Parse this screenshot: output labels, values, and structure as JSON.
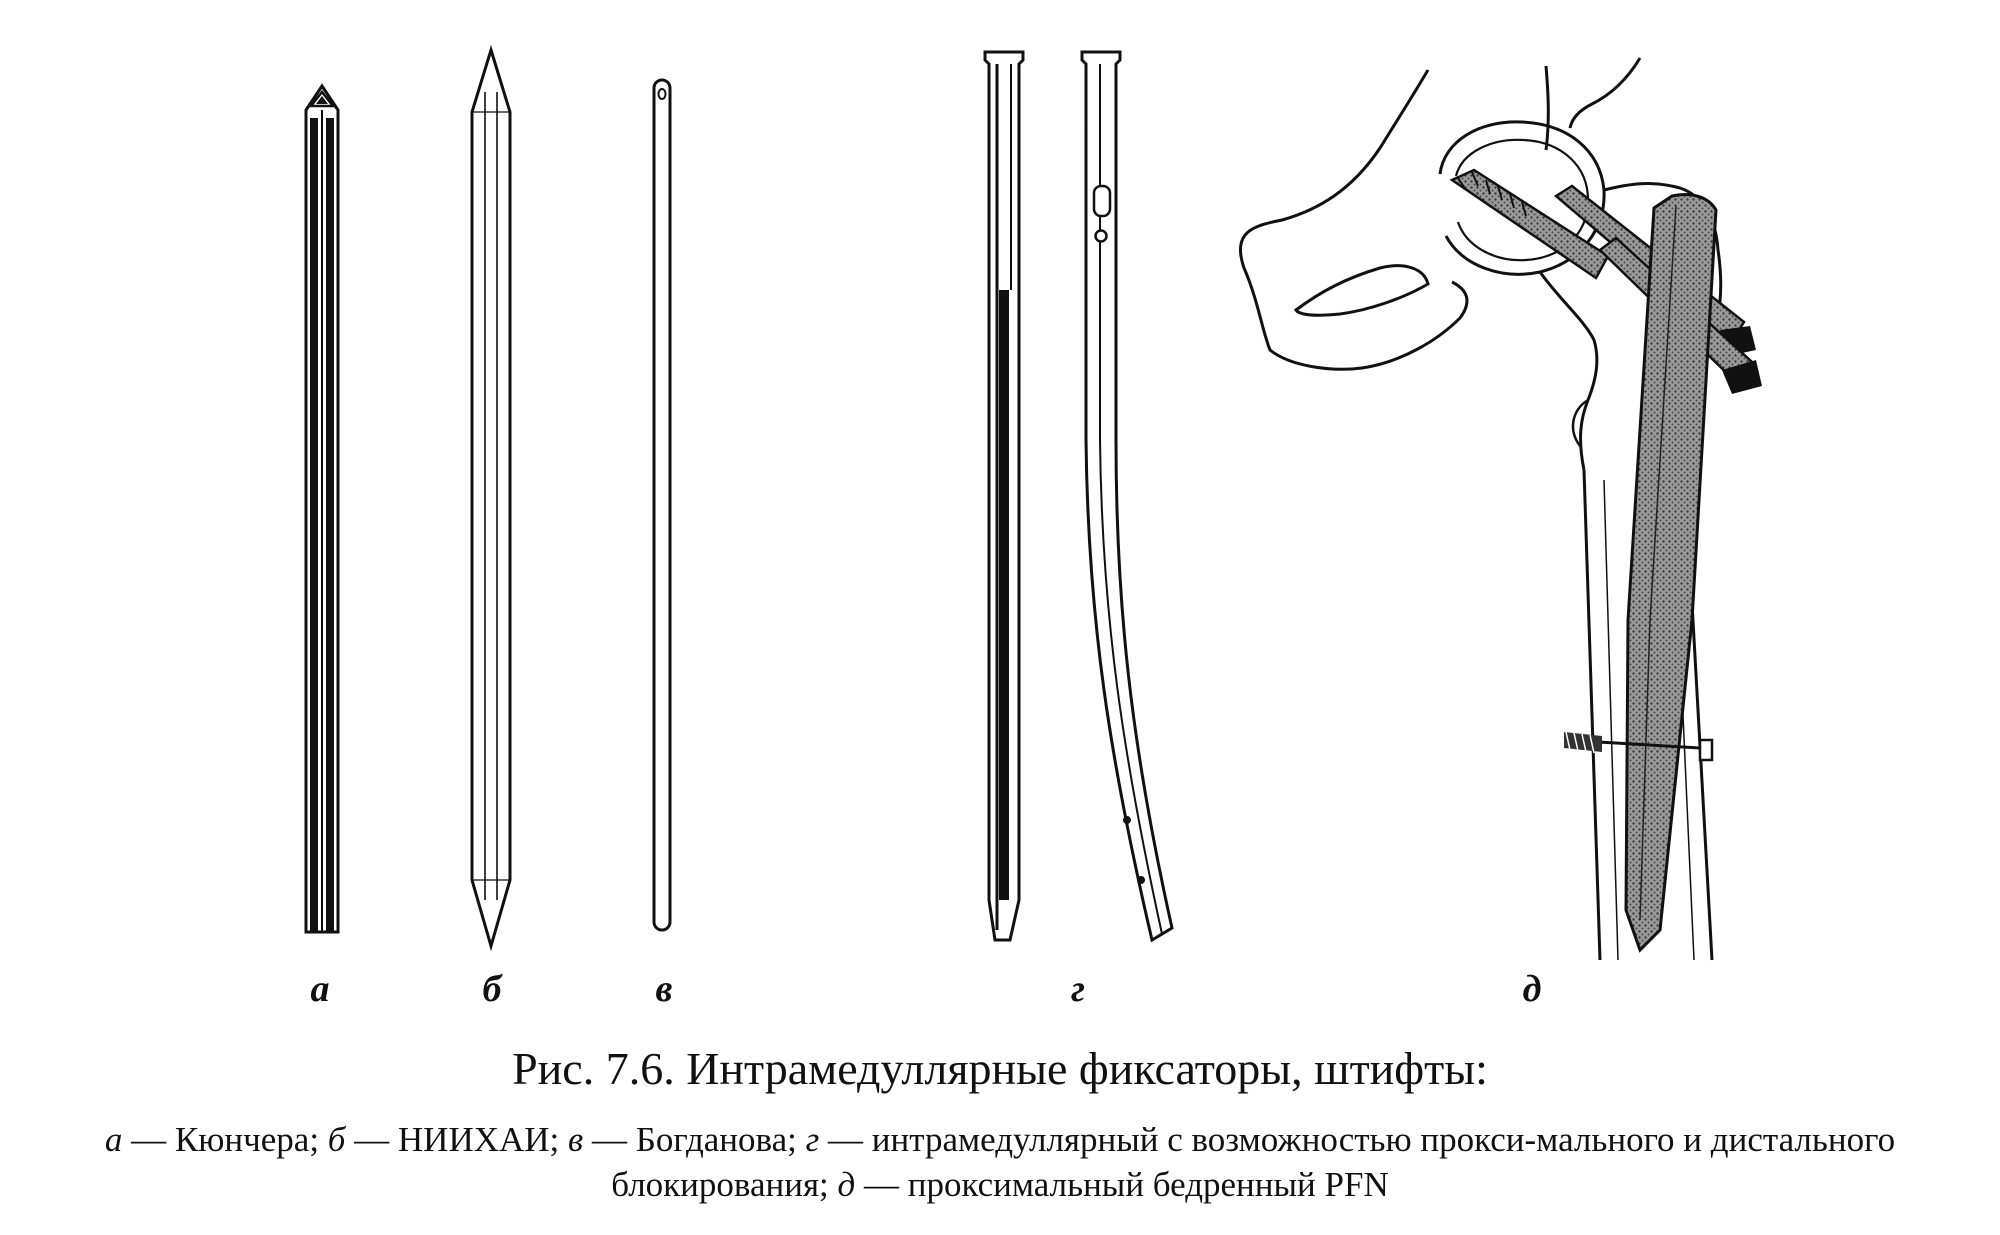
{
  "figure": {
    "panel_labels": {
      "a": "а",
      "b": "б",
      "v": "в",
      "g": "г",
      "d": "д"
    },
    "caption_title": "Рис. 7.6. Интрамедуллярные фиксаторы, штифты:",
    "caption_items": {
      "a_letter": "а",
      "a_text": " — Кюнчера; ",
      "b_letter": "б",
      "b_text": " — НИИХАИ; ",
      "v_letter": "в",
      "v_text": " — Богданова; ",
      "g_letter": "г",
      "g_text": " — интрамедуллярный с возможностью прокси-мального и дистального блокирования; ",
      "d_letter": "д",
      "d_text": " — проксимальный бедренный PFN"
    }
  },
  "colors": {
    "ink": "#111111",
    "background": "#ffffff",
    "implant_shade": "#6a6a6a"
  }
}
